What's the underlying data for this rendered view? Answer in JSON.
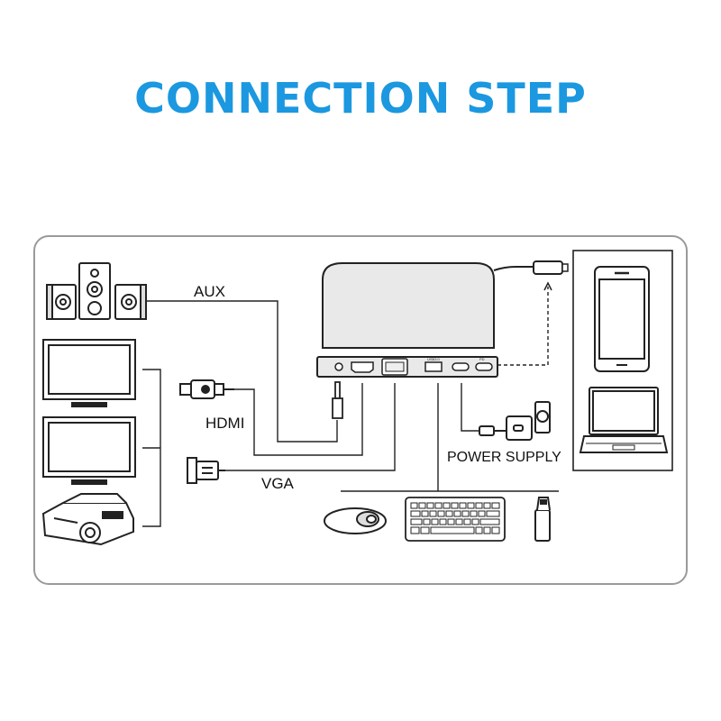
{
  "title": "CONNECTION STEP",
  "labels": {
    "aux": "AUX",
    "hdmi": "HDMI",
    "vga": "VGA",
    "power_supply": "POWER SUPPLY"
  },
  "hub_port_text": {
    "usb": "USB3.0",
    "pd": "PD"
  },
  "colors": {
    "title": "#1b98e0",
    "line": "#222222",
    "panel_border": "#9a9a9a",
    "hub_fill": "#e9e9e9"
  },
  "icons": [
    "speakers-icon",
    "monitor-icon",
    "projector-icon",
    "hdmi-connector-icon",
    "vga-connector-icon",
    "aux-jack-icon",
    "usb-c-hub-icon",
    "power-adapter-icon",
    "wall-outlet-icon",
    "mouse-icon",
    "keyboard-icon",
    "usb-drive-icon",
    "phone-icon",
    "laptop-icon"
  ]
}
